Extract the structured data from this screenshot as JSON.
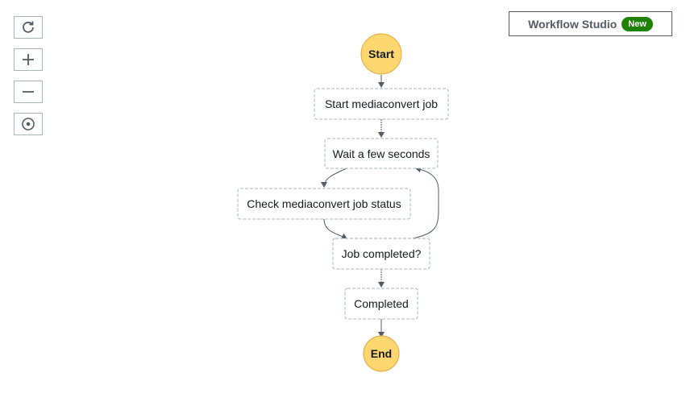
{
  "controls": {
    "refresh_icon": "refresh-icon",
    "zoom_in_icon": "plus-icon",
    "zoom_out_icon": "minus-icon",
    "center_icon": "target-icon"
  },
  "workflow_studio": {
    "label": "Workflow Studio",
    "badge": "New",
    "badge_color": "#1d8102"
  },
  "graph": {
    "start": "Start",
    "end": "End",
    "states": [
      "Start mediaconvert job",
      "Wait a few seconds",
      "Check mediaconvert job status",
      "Job completed?",
      "Completed"
    ],
    "terminal_color": "#ffd770",
    "terminal_border": "#e7a73a",
    "state_border": "#aab7b8"
  }
}
